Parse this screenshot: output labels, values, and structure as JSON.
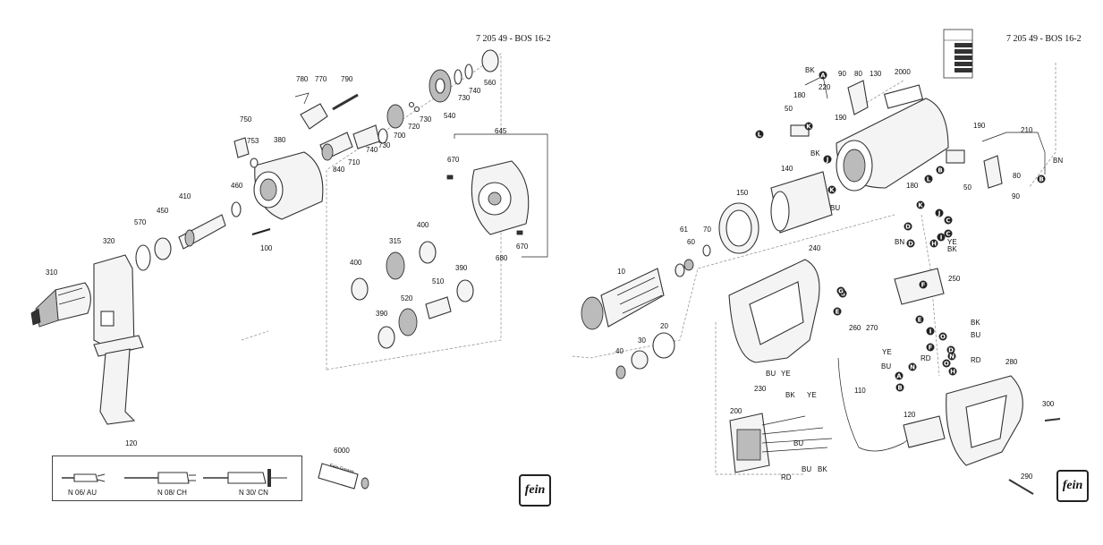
{
  "left": {
    "title": "7 205 49 - BOS 16-2",
    "labels": [
      "780",
      "770",
      "790",
      "560",
      "740",
      "730",
      "540",
      "750",
      "753",
      "380",
      "730",
      "720",
      "700",
      "740",
      "730",
      "710",
      "840",
      "645",
      "670",
      "410",
      "460",
      "450",
      "570",
      "320",
      "310",
      "100",
      "400",
      "315",
      "680",
      "670",
      "390",
      "400",
      "510",
      "520",
      "390"
    ],
    "plugs": {
      "number": "120",
      "items": [
        "N 06/ AU",
        "N 08/ CH",
        "N 30/ CN"
      ]
    },
    "grease_number": "6000",
    "grease_text": "Fein-Grease",
    "logo": "fein"
  },
  "right": {
    "title": "7 205 49 - BOS 16-2",
    "labels": [
      "BK",
      "90",
      "80",
      "130",
      "2000",
      "220",
      "180",
      "50",
      "190",
      "190",
      "210",
      "BN",
      "BK",
      "140",
      "150",
      "180",
      "50",
      "80",
      "90",
      "61",
      "60",
      "70",
      "10",
      "240",
      "BU",
      "BN",
      "YE",
      "BK",
      "250",
      "20",
      "40",
      "30",
      "260",
      "270",
      "YE",
      "BU",
      "RD",
      "BK",
      "BU",
      "RD",
      "110",
      "BU",
      "YE",
      "230",
      "BK",
      "YE",
      "200",
      "BU",
      "RD",
      "BU",
      "BK",
      "120",
      "280",
      "300",
      "290"
    ],
    "badge_letters": [
      "A",
      "L",
      "K",
      "B",
      "J",
      "K",
      "D",
      "L",
      "B",
      "K",
      "J",
      "C",
      "I",
      "D",
      "H",
      "F",
      "E",
      "C",
      "G",
      "E",
      "F",
      "D",
      "A",
      "B",
      "N",
      "O",
      "H",
      "I",
      "G",
      "N",
      "O"
    ],
    "logo": "fein"
  }
}
